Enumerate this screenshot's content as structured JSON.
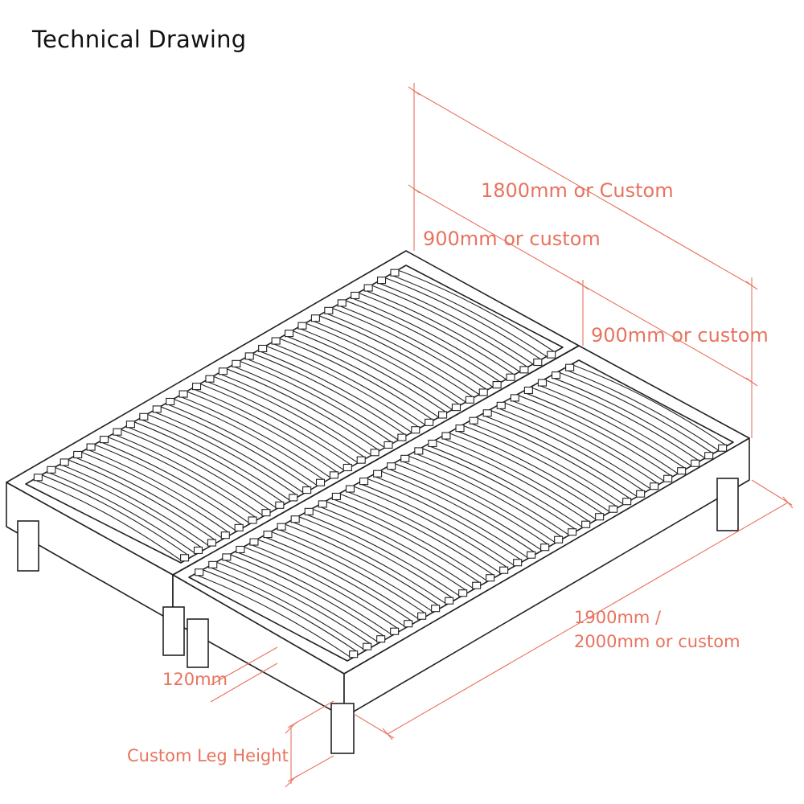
{
  "header": {
    "title": "Technical Drawing"
  },
  "dimensions": {
    "overall_width": "1800mm or Custom",
    "left_base_width": "900mm or custom",
    "right_base_width": "900mm or custom",
    "length_line1": "1900mm /",
    "length_line2": "2000mm or custom",
    "frame_depth": "120mm",
    "leg_height": "Custom Leg Height"
  },
  "colors": {
    "dimension": "#e8735f",
    "outline": "#222222",
    "background": "#ffffff"
  }
}
